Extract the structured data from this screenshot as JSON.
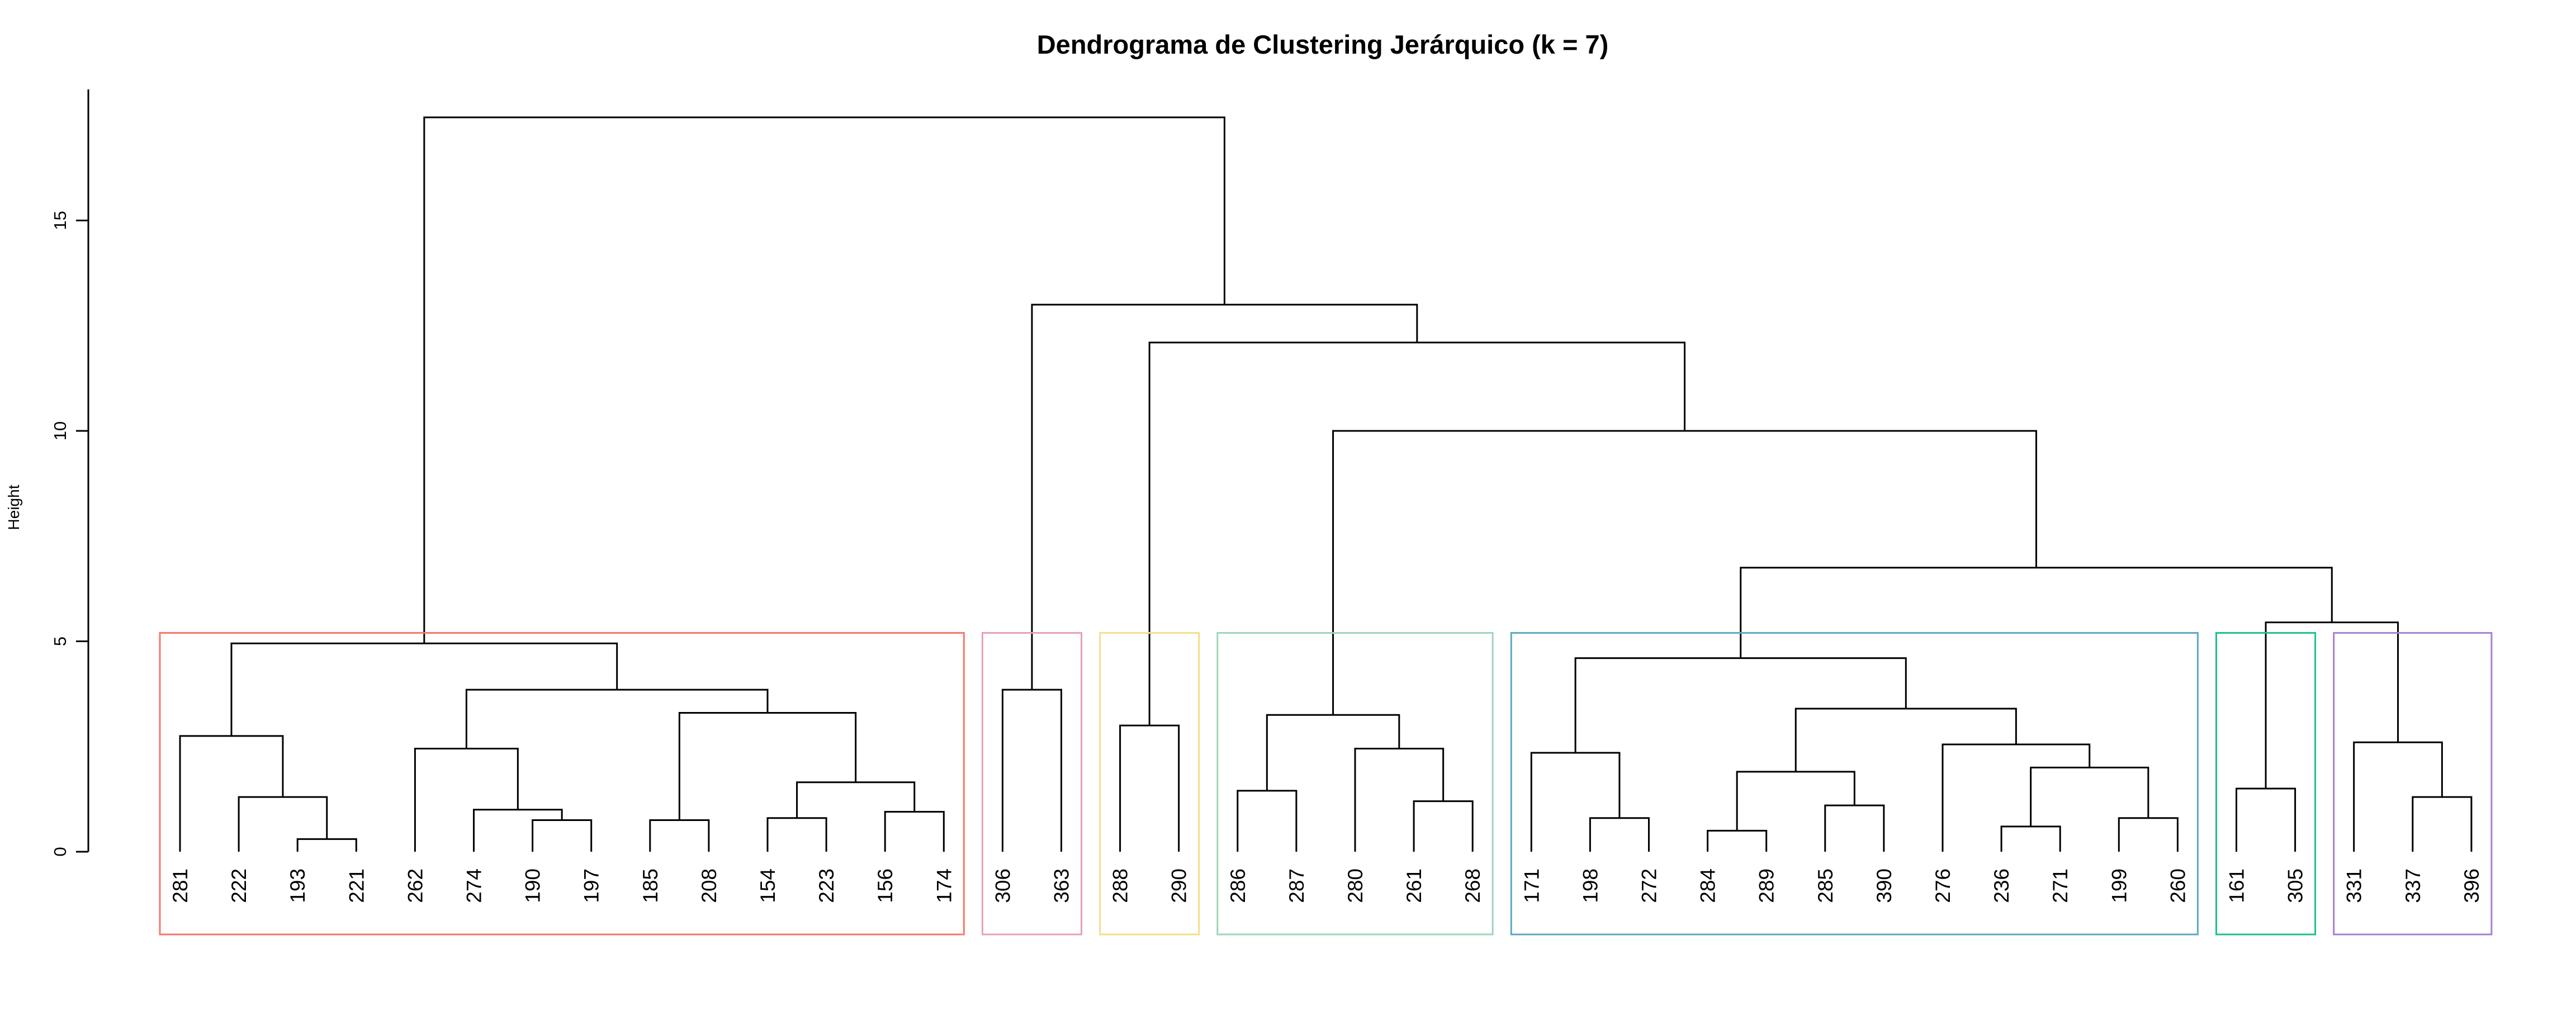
{
  "chart_data": {
    "type": "dendrogram",
    "title": "Dendrograma de Clustering Jerárquico (k = 7)",
    "ylabel": "Height",
    "xlabel": "",
    "ylim": [
      0,
      18
    ],
    "yticks": [
      0,
      5,
      10,
      15
    ],
    "leaves": [
      "281",
      "222",
      "193",
      "221",
      "262",
      "274",
      "190",
      "197",
      "185",
      "208",
      "154",
      "223",
      "156",
      "174",
      "306",
      "363",
      "288",
      "290",
      "286",
      "287",
      "280",
      "261",
      "268",
      "171",
      "198",
      "272",
      "284",
      "289",
      "285",
      "390",
      "276",
      "236",
      "271",
      "199",
      "260",
      "161",
      "305",
      "331",
      "337",
      "396"
    ],
    "merges": [
      {
        "left": "193",
        "right": "221",
        "height": 0.3
      },
      {
        "left": "222",
        "right": "193-221",
        "height": 1.3
      },
      {
        "left": "281",
        "right": "222-193-221",
        "height": 2.75
      },
      {
        "left": "190",
        "right": "197",
        "height": 0.75
      },
      {
        "left": "274",
        "right": "190-197",
        "height": 1.0
      },
      {
        "left": "262",
        "right": "274-190-197",
        "height": 2.45
      },
      {
        "left": "185",
        "right": "208",
        "height": 0.75
      },
      {
        "left": "154",
        "right": "223",
        "height": 0.8
      },
      {
        "left": "156",
        "right": "174",
        "height": 0.95
      },
      {
        "left": "154-223",
        "right": "156-174",
        "height": 1.65
      },
      {
        "left": "185-208",
        "right": "154-223-156-174",
        "height": 3.3
      },
      {
        "left": "262-274-190-197",
        "right": "185-208-154-223-156-174",
        "height": 3.85
      },
      {
        "left": "281-222-193-221",
        "right": "262-...-174",
        "height": 4.95
      },
      {
        "left": "306",
        "right": "363",
        "height": 3.85
      },
      {
        "left": "288",
        "right": "290",
        "height": 3.0
      },
      {
        "left": "286",
        "right": "287",
        "height": 1.45
      },
      {
        "left": "261",
        "right": "268",
        "height": 1.2
      },
      {
        "left": "280",
        "right": "261-268",
        "height": 2.45
      },
      {
        "left": "286-287",
        "right": "280-261-268",
        "height": 3.25
      },
      {
        "left": "198",
        "right": "272",
        "height": 0.8
      },
      {
        "left": "171",
        "right": "198-272",
        "height": 2.35
      },
      {
        "left": "284",
        "right": "289",
        "height": 0.5
      },
      {
        "left": "285",
        "right": "390",
        "height": 1.1
      },
      {
        "left": "284-289",
        "right": "285-390",
        "height": 1.9
      },
      {
        "left": "236",
        "right": "271",
        "height": 0.6
      },
      {
        "left": "199",
        "right": "260",
        "height": 0.8
      },
      {
        "left": "236-271",
        "right": "199-260",
        "height": 2.0
      },
      {
        "left": "276",
        "right": "236-271-199-260",
        "height": 2.55
      },
      {
        "left": "284-289-285-390",
        "right": "276-236-271-199-260",
        "height": 3.4
      },
      {
        "left": "171-198-272",
        "right": "284-...-260",
        "height": 4.6
      },
      {
        "left": "161",
        "right": "305",
        "height": 1.5
      },
      {
        "left": "337",
        "right": "396",
        "height": 1.3
      },
      {
        "left": "331",
        "right": "337-396",
        "height": 2.6
      },
      {
        "left": "161-305",
        "right": "331-337-396",
        "height": 5.45
      },
      {
        "left": "171-...-260",
        "right": "161-...-396",
        "height": 6.75
      },
      {
        "left": "286-...-268",
        "right": "171-...-396",
        "height": 10.0
      },
      {
        "left": "288-290",
        "right": "286-...-396",
        "height": 12.1
      },
      {
        "left": "306-363",
        "right": "288-...-396",
        "height": 13.0
      },
      {
        "left": "281-...-174",
        "right": "306-...-396",
        "height": 17.45
      }
    ],
    "clusters": [
      {
        "first": 0,
        "last": 13,
        "color": "#F8766D"
      },
      {
        "first": 14,
        "last": 15,
        "color": "#E7A0B5"
      },
      {
        "first": 16,
        "last": 17,
        "color": "#F5DE8C"
      },
      {
        "first": 18,
        "last": 22,
        "color": "#9ED6B8"
      },
      {
        "first": 23,
        "last": 34,
        "color": "#5FA8C2"
      },
      {
        "first": 35,
        "last": 36,
        "color": "#1FC08F"
      },
      {
        "first": 37,
        "last": 39,
        "color": "#A77FD0"
      }
    ]
  }
}
